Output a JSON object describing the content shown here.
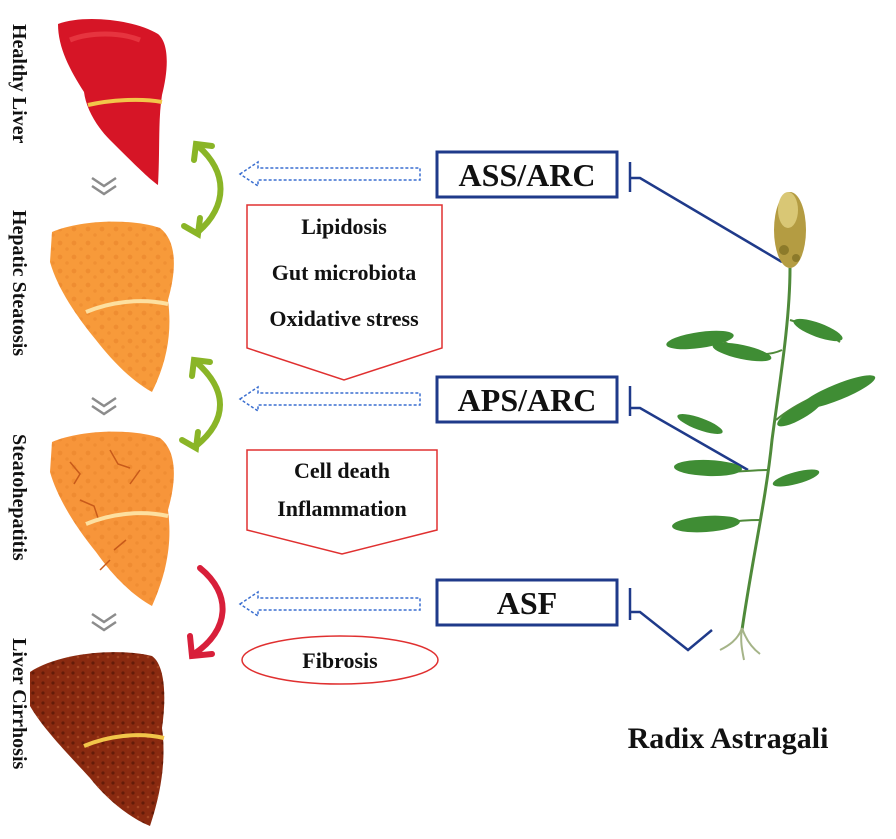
{
  "stages": [
    {
      "label": "Healthy Liver",
      "color": "#d61526"
    },
    {
      "label": "Hepatic Steatosis",
      "color": "#f79a3a"
    },
    {
      "label": "Steatohepatitis",
      "color": "#f7953a"
    },
    {
      "label": "Liver Cirrhosis",
      "color": "#8a2a10"
    }
  ],
  "treatments": [
    {
      "label": "ASS/ARC"
    },
    {
      "label": "APS/ARC"
    },
    {
      "label": "ASF"
    }
  ],
  "effects": [
    {
      "lines": [
        "Lipidosis",
        "Gut microbiota",
        "Oxidative stress"
      ]
    },
    {
      "lines": [
        "Cell death",
        "Inflammation"
      ]
    },
    {
      "lines": [
        "Fibrosis"
      ]
    }
  ],
  "plant": {
    "name": "Radix Astragali"
  },
  "colors": {
    "box_border": "#1f3a8a",
    "effect_border": "#e03030",
    "reversible_arrow": "#8ab527",
    "irreversible_arrow": "#d81f3a"
  }
}
